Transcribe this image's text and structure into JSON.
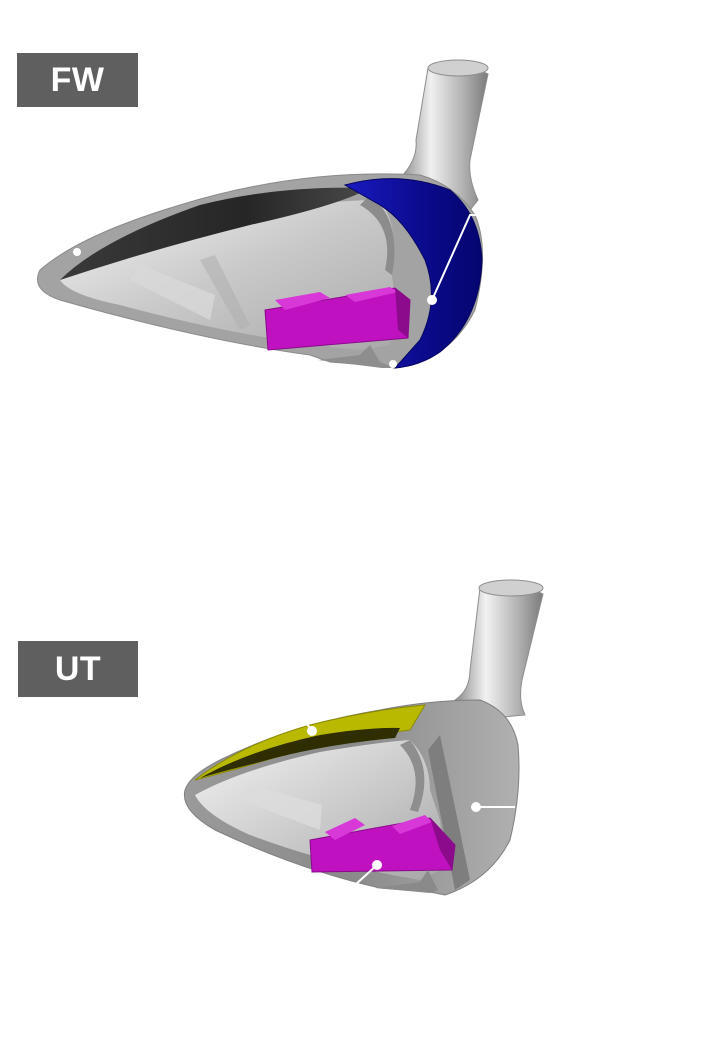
{
  "labels": {
    "fw": "FW",
    "ut": "UT"
  },
  "colors": {
    "label_bg": "#5f5f5f",
    "label_text": "#ffffff",
    "crown_insert": "#0a0a9a",
    "ut_crown_insert": "#b8b800",
    "weight": "#c012c0",
    "body_shell": "#9c9c9c",
    "callout_line": "#ffffff"
  },
  "icons": {
    "fw_diagram": "fairway-wood-cutaway",
    "ut_diagram": "utility-cutaway"
  }
}
